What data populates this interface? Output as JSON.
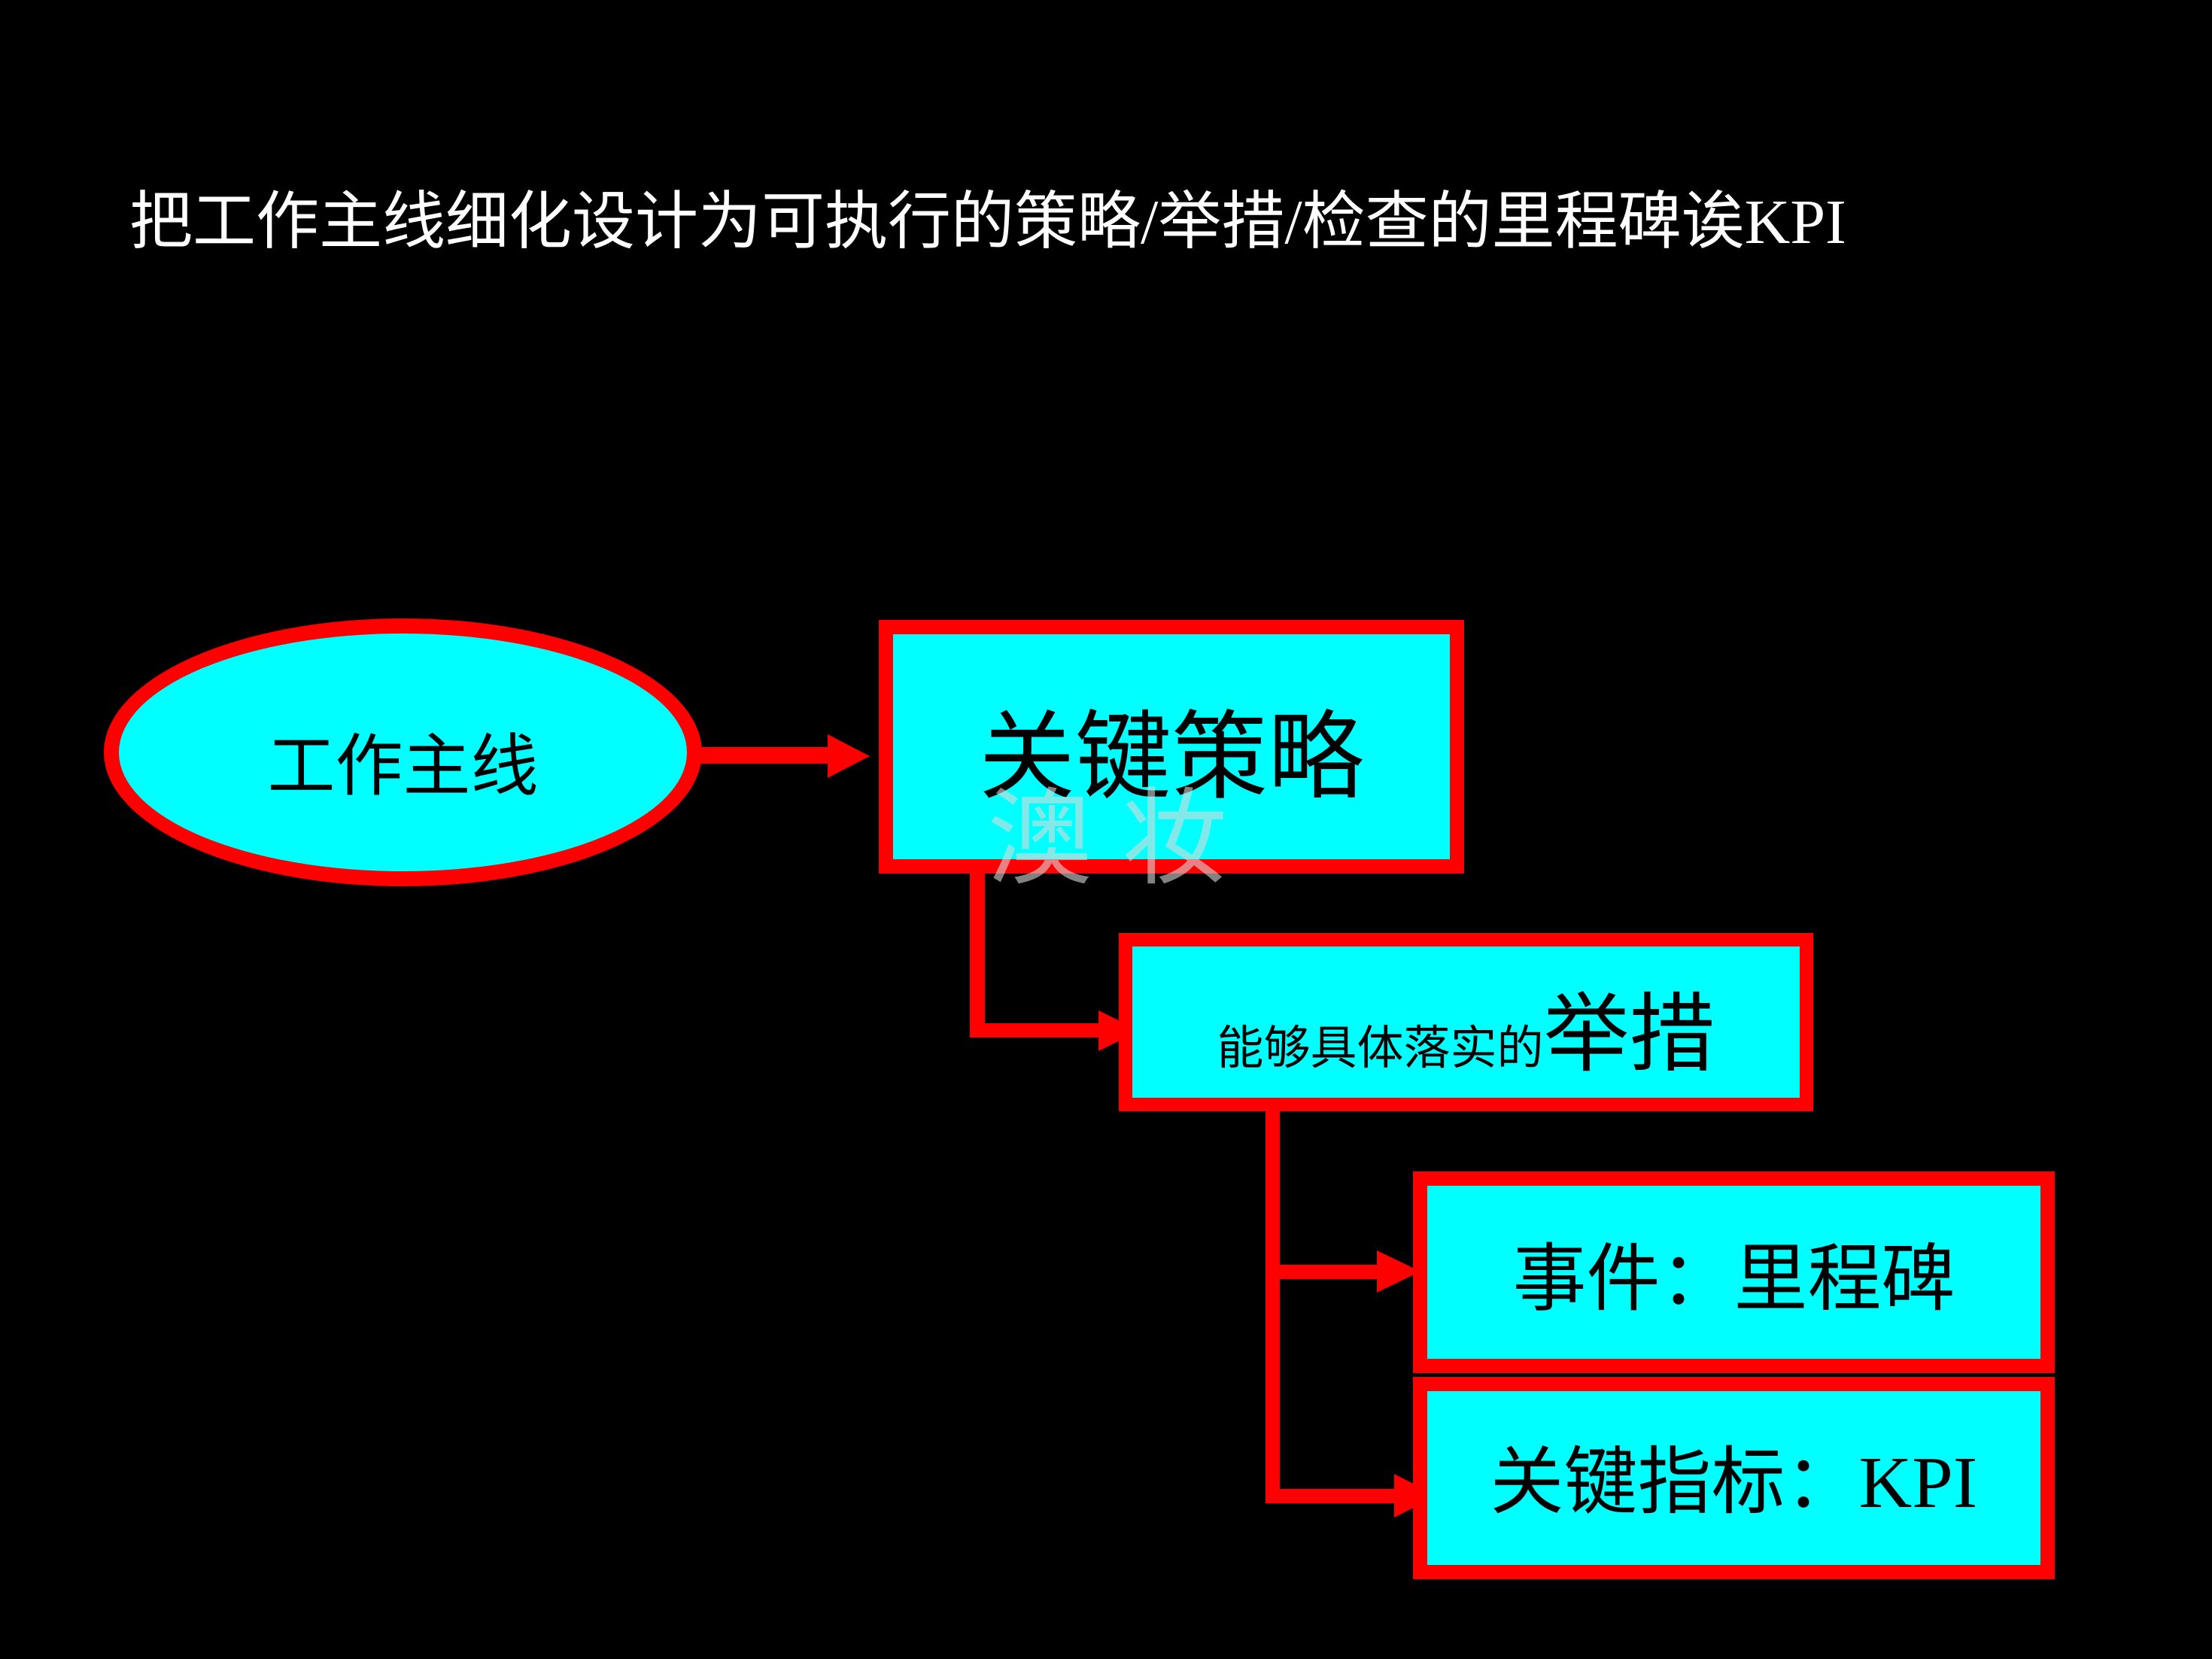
{
  "slide": {
    "title": "把工作主线细化设计为可执行的策略/举措/检查的里程碑诶KPI",
    "watermark": "澳 妆",
    "colors": {
      "background": "#000000",
      "accent_red": "#FF0000",
      "node_fill_cyan": "#00FFFF",
      "title_text": "#FFFFFF",
      "node_text": "#000000"
    },
    "nodes": {
      "mainline": {
        "label": "工作主线",
        "shape": "ellipse"
      },
      "strategy": {
        "label": "关键策略",
        "shape": "rect"
      },
      "measures": {
        "prefix": "能够具体落实的",
        "emphasis": "举措",
        "shape": "rect"
      },
      "milestone": {
        "label": "事件：里程碑",
        "shape": "rect"
      },
      "kpi": {
        "label": "关键指标：KPI",
        "shape": "rect"
      }
    },
    "edges": [
      {
        "from": "mainline",
        "to": "strategy"
      },
      {
        "from": "strategy",
        "to": "measures"
      },
      {
        "from": "measures",
        "to": "milestone"
      },
      {
        "from": "measures",
        "to": "kpi"
      }
    ]
  }
}
